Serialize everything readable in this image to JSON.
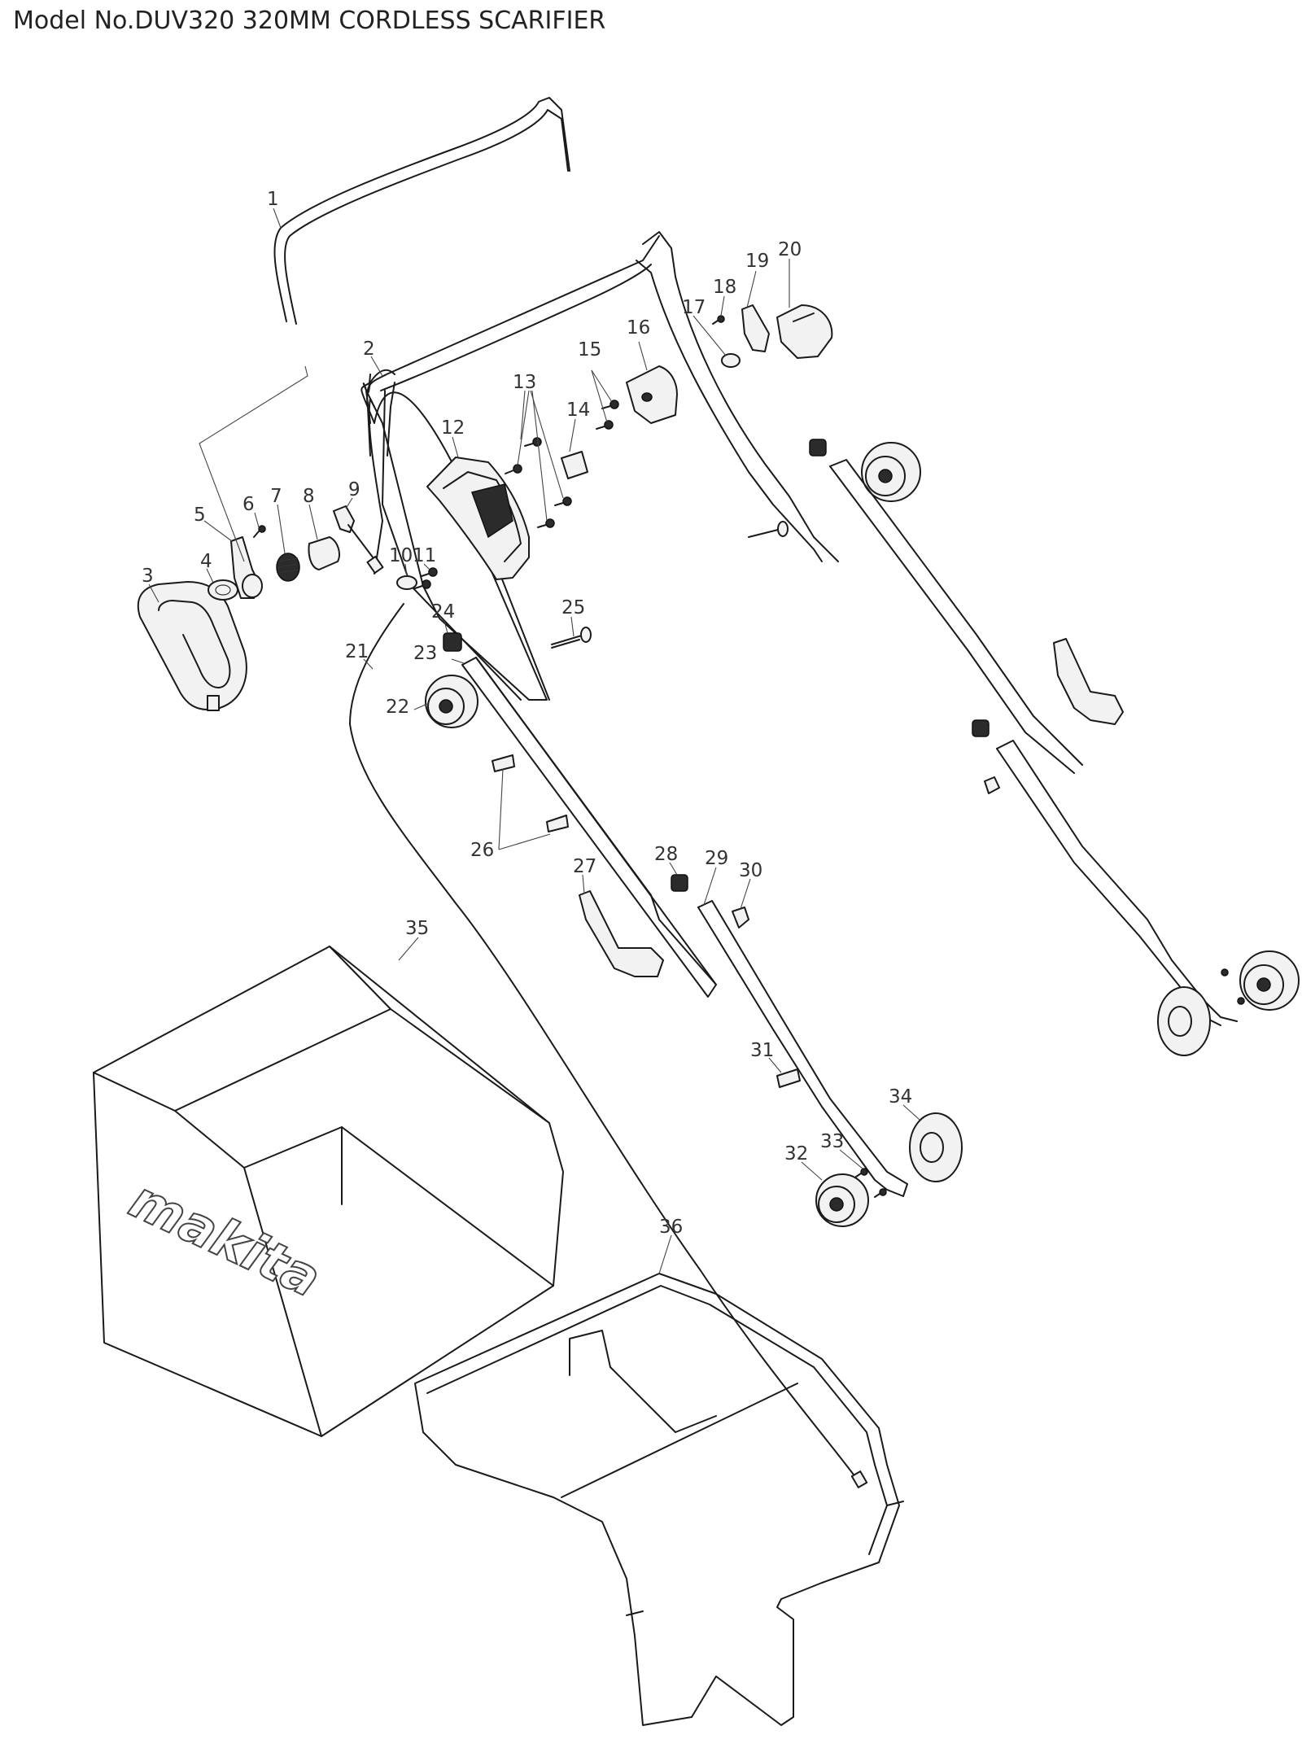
{
  "title": "Model No.DUV320 320MM CORDLESS SCARIFIER",
  "brand_logo": "makita",
  "part_numbers": [
    "1",
    "2",
    "3",
    "4",
    "5",
    "6",
    "7",
    "8",
    "9",
    "10",
    "11",
    "12",
    "13",
    "14",
    "15",
    "16",
    "17",
    "18",
    "19",
    "20",
    "21",
    "22",
    "23",
    "24",
    "25",
    "26",
    "27",
    "28",
    "29",
    "30",
    "31",
    "32",
    "33",
    "34",
    "35",
    "36"
  ]
}
